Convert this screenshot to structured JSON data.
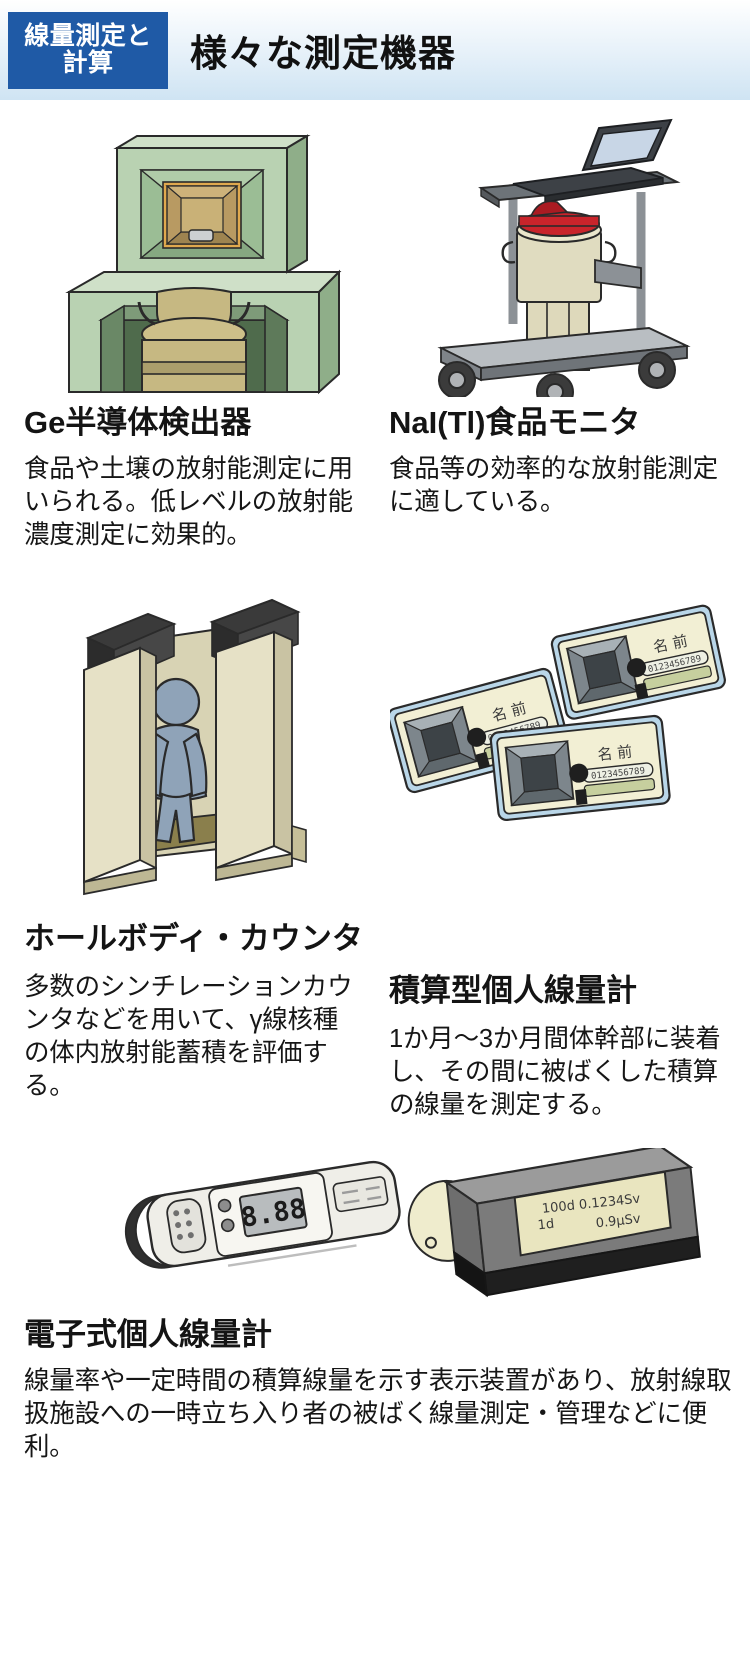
{
  "header": {
    "badge_line1": "線量測定と",
    "badge_line2": "計算",
    "title": "様々な測定機器",
    "badge_color": "#1f5aa6",
    "gradient_from": "#ffffff",
    "gradient_to": "#cfe4f3"
  },
  "cards": [
    {
      "id": "ge-semiconductor-detector",
      "title": "Ge半導体検出器",
      "body": "食品や土壌の放射能測定に用いられる。低レベルの放射能濃度測定に効果的。",
      "figure": "ge-detector-illustration"
    },
    {
      "id": "nai-tl-food-monitor",
      "title": "NaI(Tl)食品モニタ",
      "body": "食品等の効率的な放射能測定に適している。",
      "figure": "nai-food-monitor-cart-illustration"
    },
    {
      "id": "whole-body-counter",
      "title": "ホールボディ・カウンタ",
      "body": "多数のシンチレーションカウンタなどを用いて、γ線核種の体内放射能蓄積を評価する。",
      "figure": "whole-body-counter-illustration"
    },
    {
      "id": "integrating-personal-dosimeter",
      "title": "積算型個人線量計",
      "body": "1か月～3か月間体幹部に装着し、その間に被ばくした積算の線量を測定する。",
      "figure": "badge-dosimeters-illustration",
      "badge_labels": {
        "name": "名前",
        "serial": "0123456789"
      }
    },
    {
      "id": "electronic-personal-dosimeter",
      "title": "電子式個人線量計",
      "body": "線量率や一定時間の積算線量を示す表示装置があり、放射線取扱施設への一時立ち入り者の被ばく線量測定・管理などに便利。",
      "figure": "electronic-dosimeter-illustration",
      "display_readouts": {
        "handheld": "8.88",
        "box_line1": "100d 0.1234Sv",
        "box_line2_left": "1d",
        "box_line2_right": "0.9μSv"
      }
    }
  ],
  "palette": {
    "shield_green": "#9ec39a",
    "shield_green_dark": "#7fa67c",
    "dewar_tan": "#c6b882",
    "cart_gray": "#9a9a9a",
    "cart_red": "#c9242b",
    "booth_beige": "#ded8bc",
    "booth_dark": "#3a3a3a",
    "person_blue": "#8fa3b8",
    "badge_blue": "#bcd7e8",
    "badge_cream": "#f2efd4",
    "device_dark": "#3c3c3c",
    "lcd_cream": "#e9e5bf"
  }
}
